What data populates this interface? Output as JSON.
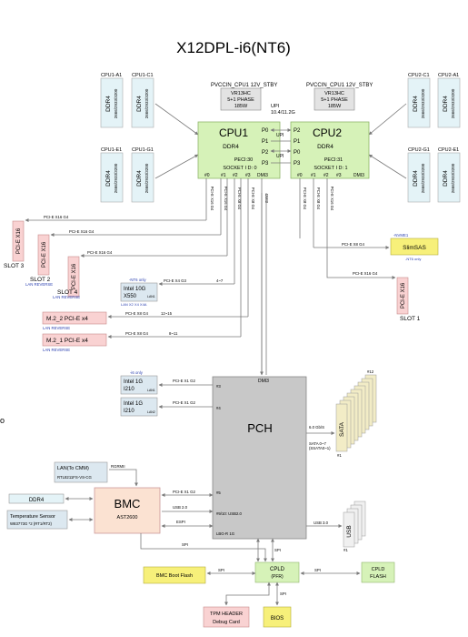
{
  "title": "X12DPL-i6(NT6)",
  "colors": {
    "cpu": "#d6f2b8",
    "dimm": "#e4f3f7",
    "pcie_slot": "#f9d2d2",
    "bmc": "#fbe2d2",
    "pch": "#c8c8c8",
    "nic": "#dce8f0",
    "yellow": "#f7f07a",
    "cpld": "#d6f2b8",
    "vr": "#e3e3e3",
    "sata": "#f2ecc6",
    "usb": "#f0f0f0",
    "line": "#7a7a7a",
    "blue_text": "#2a3fb0"
  },
  "cpu1": {
    "name": "CPU1",
    "mem": "DDR4",
    "peci": "PECI:30",
    "socket": "SOCKET I D: 0",
    "ports": [
      "P0",
      "P1",
      "P2",
      "P3"
    ],
    "bottom": [
      "#0",
      "#1",
      "#2",
      "#3",
      "DMI3"
    ]
  },
  "cpu2": {
    "name": "CPU2",
    "mem": "DDR4",
    "peci": "PECI:31",
    "socket": "SOCKET I D: 1",
    "ports": [
      "P2",
      "P1",
      "P0",
      "P3"
    ],
    "bottom": [
      "#0",
      "#1",
      "#2",
      "#3",
      "DMI3"
    ]
  },
  "upi": {
    "label1": "UPI",
    "speed": "10.4/11.2G",
    "labels": [
      "UPI",
      "UPI"
    ]
  },
  "vr": [
    {
      "title": "PVCCIN_CPU1 12V_STBY",
      "line1": "VR13HC",
      "line2": "5+1 PHASE",
      "line3": "185W"
    },
    {
      "title": "PVCCIN_CPU1 12V_STBY",
      "line1": "VR13HC",
      "line2": "5+1 PHASE",
      "line3": "185W"
    }
  ],
  "dimms": {
    "mem_type": "DDR4",
    "speed": "2666/2933/3200",
    "slots": [
      "CPU1-A1",
      "CPU1-C1",
      "CPU1-E1",
      "CPU1-G1",
      "CPU2-C1",
      "CPU2-A1",
      "CPU2-G1",
      "CPU2-E1"
    ]
  },
  "cpu_lanes": {
    "cpu1": [
      "PCI-E X16 G4",
      "PCI-E X16 G4",
      "PCI-E X8 G4",
      "PCI-E X8 G4",
      "PCI-E X16 G4"
    ],
    "cpu1_extra": "DMI3",
    "cpu2": [
      "PCI-E X8 G4",
      "PCI-E X8 G4",
      "PCI-E X16 G4"
    ]
  },
  "slots": [
    {
      "label": "PCI-E X16",
      "name": "SLOT 3",
      "note": ""
    },
    {
      "label": "PCI-E X16",
      "name": "SLOT 2",
      "note": "LAN REVERSE"
    },
    {
      "label": "PCI-E X16",
      "name": "SLOT 4",
      "note": "LAN REVERSE"
    },
    {
      "label": "PCI-E X16",
      "name": "SLOT 1",
      "note": ""
    }
  ],
  "links": {
    "slot3": "PCI-E X16 G4",
    "slot2": "PCI-E X16 G4",
    "slot4": "PCI-E X16 G4",
    "nic10g": "PCI-E X4 G3",
    "nic10g_lanes": "4~7",
    "m2_2": "PCI-E X8 G4",
    "m2_2_lanes": "12~15",
    "m2_1": "PCI-E X8 G4",
    "m2_1_lanes": "8~11",
    "slimsas": "PCI-E X8 G4",
    "slot1": "PCI-E X16 G4",
    "i210a": "PCI-E X1 G2",
    "i210b": "PCI-E X1 G2",
    "bmc": "PCI-E X1 G2",
    "rgrmii": "RGRMII"
  },
  "nic10g": {
    "top_note": "-NT6 only",
    "line1": "Intel 10G",
    "line2": "X550",
    "port": "LAN1",
    "note": "LAN X2 X4 X4A"
  },
  "m2": [
    {
      "label": "M.2_2 PCI-E x4",
      "note": "LAN REVERSE"
    },
    {
      "label": "M.2_1 PCI-E x4",
      "note": "LAN REVERSE"
    }
  ],
  "slimsas": {
    "top_note": "-NVME1",
    "label": "SlimSAS",
    "note": "-NT6 only"
  },
  "i210": [
    {
      "top_note": "-i6 only",
      "line1": "Intel 1G",
      "line2": "I210",
      "port": "LAN1"
    },
    {
      "line1": "Intel 1G",
      "line2": "I210",
      "port": "LAN2"
    }
  ],
  "pch": {
    "name": "PCH",
    "top": "DMI3",
    "pins": [
      "#3",
      "#4",
      "#5",
      "#6",
      "#1"
    ],
    "sata_speed": "6.0 Gb/S",
    "sata_ports": "SATA 0~7\n(SSATA0~1)",
    "usb_ports": [
      "#9/10: USB2.0",
      "USB 3.0"
    ],
    "lpc": "LBG-R 1G"
  },
  "sata": {
    "label": "SATA",
    "count_top": "#12",
    "count_bottom": "#1"
  },
  "usb": {
    "label": "USB",
    "count": "#1"
  },
  "bmc": {
    "name": "BMC",
    "chip": "AST2600",
    "links": [
      "USB 2.0",
      "ESPI",
      "SPI"
    ]
  },
  "lan_bmc": {
    "line1": "LAN(To CMM)",
    "line2": "RTL8211FS-VS-CG"
  },
  "bmc_ddr": "DDR4",
  "temp": {
    "line1": "Temperature Sensor",
    "line2": "W83773G *2 (RT1/RT2)"
  },
  "cpld": {
    "line1": "CPLD",
    "line2": "(PFR)",
    "spi_labels": [
      "SPI",
      "SPI",
      "SPI",
      "SPI"
    ]
  },
  "cpld_flash": {
    "line1": "CPLD",
    "line2": "FLASH"
  },
  "bmc_flash": "BMC Boot Flash",
  "tpm": {
    "line1": "TPM HEADER",
    "line2": "Debug Card"
  },
  "bios": "BIOS",
  "misc": {
    "left_marker": "o"
  }
}
